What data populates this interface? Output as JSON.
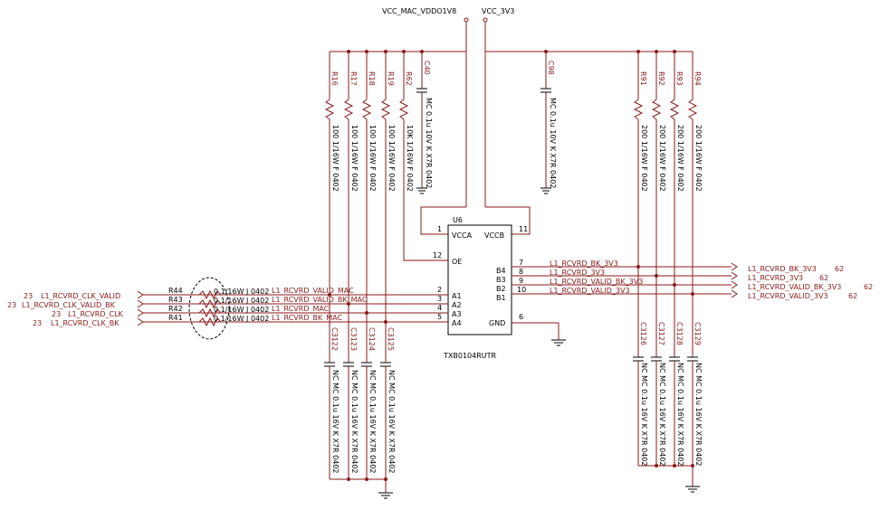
{
  "power": {
    "vddo": "VCC_MAC_VDDO1V8",
    "v3v3": "VCC_3V3"
  },
  "top_resistors": [
    {
      "ref": "R16",
      "value": "100 1/16W F 0402"
    },
    {
      "ref": "R17",
      "value": "100 1/16W F 0402"
    },
    {
      "ref": "R18",
      "value": "100 1/16W F 0402"
    },
    {
      "ref": "R19",
      "value": "100 1/16W F 0402"
    },
    {
      "ref": "R62",
      "value": "10K 1/16W F 0402"
    },
    {
      "ref": "R91",
      "value": "200 1/16W F 0402"
    },
    {
      "ref": "R92",
      "value": "200 1/16W F 0402"
    },
    {
      "ref": "R93",
      "value": "200 1/16W F 0402"
    },
    {
      "ref": "R94",
      "value": "200 1/16W F 0402"
    }
  ],
  "top_caps": [
    {
      "ref": "C40",
      "value": "MC 0.1u 10V K X7R 0402"
    },
    {
      "ref": "C98",
      "value": "MC 0.1u 10V K X7R 0402"
    }
  ],
  "bottom_caps": [
    {
      "ref": "C3122",
      "value": "NC MC 0.1u 16V K X7R 0402"
    },
    {
      "ref": "C3123",
      "value": "NC MC 0.1u 16V K X7R 0402"
    },
    {
      "ref": "C3124",
      "value": "NC MC 0.1u 16V K X7R 0402"
    },
    {
      "ref": "C3125",
      "value": "NC MC 0.1u 16V K X7R 0402"
    },
    {
      "ref": "C3126",
      "value": "NC MC 0.1u 16V K X7R 0402"
    },
    {
      "ref": "C3127",
      "value": "NC MC 0.1u 16V K X7R 0402"
    },
    {
      "ref": "C3128",
      "value": "NC MC 0.1u 16V K X7R 0402"
    },
    {
      "ref": "C3129",
      "value": "NC MC 0.1u 16V K X7R 0402"
    }
  ],
  "series_resistors": [
    {
      "ref": "R44",
      "value": "0 1/16W J 0402",
      "net": "L1_RCVRD_VALID_MAC",
      "in_label": "L1_RCVRD_CLK_VALID",
      "in_page": "23"
    },
    {
      "ref": "R43",
      "value": "0 1/16W J 0402",
      "net": "L1_RCVRD_VALID_BK_MAC",
      "in_label": "L1_RCVRD_CLK_VALID_BK",
      "in_page": "23"
    },
    {
      "ref": "R42",
      "value": "0 1/16W J 0402",
      "net": "L1_RCVRD_MAC",
      "in_label": "L1_RCVRD_CLK",
      "in_page": "23"
    },
    {
      "ref": "R41",
      "value": "0 1/16W J 0402",
      "net": "L1_RCVRD_BK_MAC",
      "in_label": "L1_RCVRD_CLK_BK",
      "in_page": "23"
    }
  ],
  "ic": {
    "ref": "U6",
    "part": "TXB0104RUTR",
    "left_pins": [
      {
        "num": "1",
        "name": "VCCA"
      },
      {
        "num": "12",
        "name": "OE"
      },
      {
        "num": "2",
        "name": "A1"
      },
      {
        "num": "3",
        "name": "A2"
      },
      {
        "num": "4",
        "name": "A3"
      },
      {
        "num": "5",
        "name": "A4"
      }
    ],
    "right_pins": [
      {
        "num": "11",
        "name": "VCCB"
      },
      {
        "num": "7",
        "name": "B4"
      },
      {
        "num": "8",
        "name": "B3"
      },
      {
        "num": "9",
        "name": "B2"
      },
      {
        "num": "10",
        "name": "B1"
      },
      {
        "num": "6",
        "name": "GND"
      }
    ]
  },
  "output_nets": [
    {
      "net": "L1_RCVRD_BK_3V3",
      "page": "62"
    },
    {
      "net": "L1_RCVRD_3V3",
      "page": "62"
    },
    {
      "net": "L1_RCVRD_VALID_BK_3V3",
      "page": "62"
    },
    {
      "net": "L1_RCVRD_VALID_3V3",
      "page": "62"
    }
  ]
}
